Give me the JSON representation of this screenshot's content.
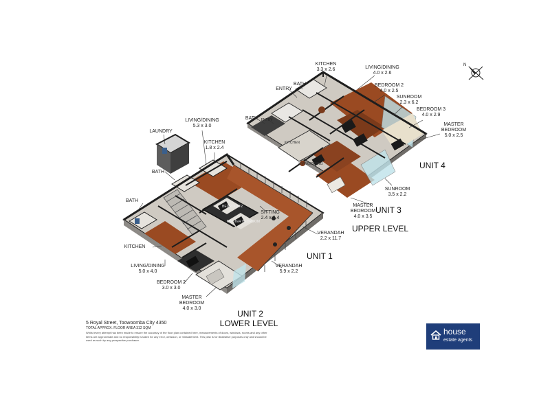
{
  "rooms": [
    {
      "key": "kitchen_u4",
      "name": "KITCHEN",
      "dims": "3.3 x 2.6"
    },
    {
      "key": "living_u4",
      "name": "LIVING/DINING",
      "dims": "4.0 x 2.6"
    },
    {
      "key": "bed2_u4",
      "name": "BEDROOM 2",
      "dims": "4.0 x 2.5"
    },
    {
      "key": "sunroom_u4",
      "name": "SUNROOM",
      "dims": "2.3 x 6.2"
    },
    {
      "key": "bed3_u4",
      "name": "BEDROOM 3",
      "dims": "4.0 x 2.9"
    },
    {
      "key": "master_u4",
      "name": "MASTER\nBEDROOM",
      "dims": "5.0 x 2.5"
    },
    {
      "key": "sunroom_u3",
      "name": "SUNROOM",
      "dims": "3.5 x 2.2"
    },
    {
      "key": "master_u3",
      "name": "MASTER\nBEDROOM",
      "dims": "4.0 x 3.5"
    },
    {
      "key": "living_u1",
      "name": "LIVING/DINING",
      "dims": "5.3 x 3.0"
    },
    {
      "key": "kitchen_u1",
      "name": "KITCHEN",
      "dims": "1.8 x 2.4"
    },
    {
      "key": "sitting_u1",
      "name": "SITTING",
      "dims": "2.4 x 2.4"
    },
    {
      "key": "verandah_a",
      "name": "VERANDAH",
      "dims": "2.2 x 11.7"
    },
    {
      "key": "verandah_b",
      "name": "VERANDAH",
      "dims": "5.9 x 2.2"
    },
    {
      "key": "living_u2",
      "name": "LIVING/DINING",
      "dims": "5.0 x 4.0"
    },
    {
      "key": "bed2_u2",
      "name": "BEDROOM 2",
      "dims": "3.0 x 3.0"
    },
    {
      "key": "master_u2",
      "name": "MASTER\nBEDROOM",
      "dims": "4.0 x 3.0"
    }
  ],
  "single_labels": {
    "laundry": "LAUNDRY",
    "bath_u1": "BATH",
    "bath_u2": "BATH",
    "kitchen_u2": "KITCHEN",
    "entry_top": "ENTRY",
    "bath_top": "BATH",
    "bath_u3": "BATH",
    "entry_u3": "ENTRY"
  },
  "in_plan_labels": {
    "kitchen_u3": "KITCHEN",
    "living_u3": "LIVING/DINING",
    "bed2_u1": "BEDROOM 2",
    "master_u1": "MASTER BEDROOM"
  },
  "unit_labels": {
    "unit4": "UNIT 4",
    "unit3": "UNIT 3",
    "upper": "UPPER LEVEL",
    "unit1": "UNIT 1",
    "unit2": "UNIT 2",
    "lower": "LOWER LEVEL"
  },
  "info": {
    "address": "5 Royal Street, Toowoomba City 4350",
    "area": "TOTAL APPROX. FLOOR AREA 312 SQM",
    "disclaimer": "Whilst every attempt has been made to ensure the accuracy of the floor plan contained here, measurements of doors, windows, rooms and any other items are approximate and no responsibility is taken for any error, omission, or misstatement. This plan is for illustrative purposes only and should be used as such by any prospective purchaser."
  },
  "logo": {
    "word1": "house",
    "word2": "estate agents",
    "bg": "#1f3e7a"
  },
  "compass": {
    "letter": "N",
    "icon": "compass-icon"
  },
  "colors": {
    "wood": "#9a4a22",
    "wall": "#2b2b2b",
    "floor_light": "#d9d6d0",
    "carpet_blue": "#3a5f8c",
    "glass": "#bfe3ea"
  }
}
